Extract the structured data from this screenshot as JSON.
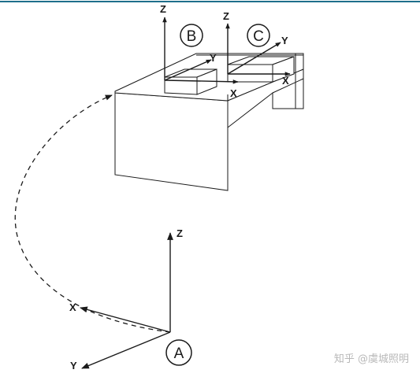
{
  "top_rule_color": "#1f6f8b",
  "points": {
    "A": "A",
    "B": "B",
    "C": "C"
  },
  "axes": {
    "A": {
      "x": "X",
      "y": "Y",
      "z": "Z"
    },
    "B": {
      "x": "X",
      "y": "Y",
      "z": "Z"
    },
    "C": {
      "x": "X",
      "y": "Y",
      "z": "Z"
    }
  },
  "watermark": "知乎 @虞城照明"
}
